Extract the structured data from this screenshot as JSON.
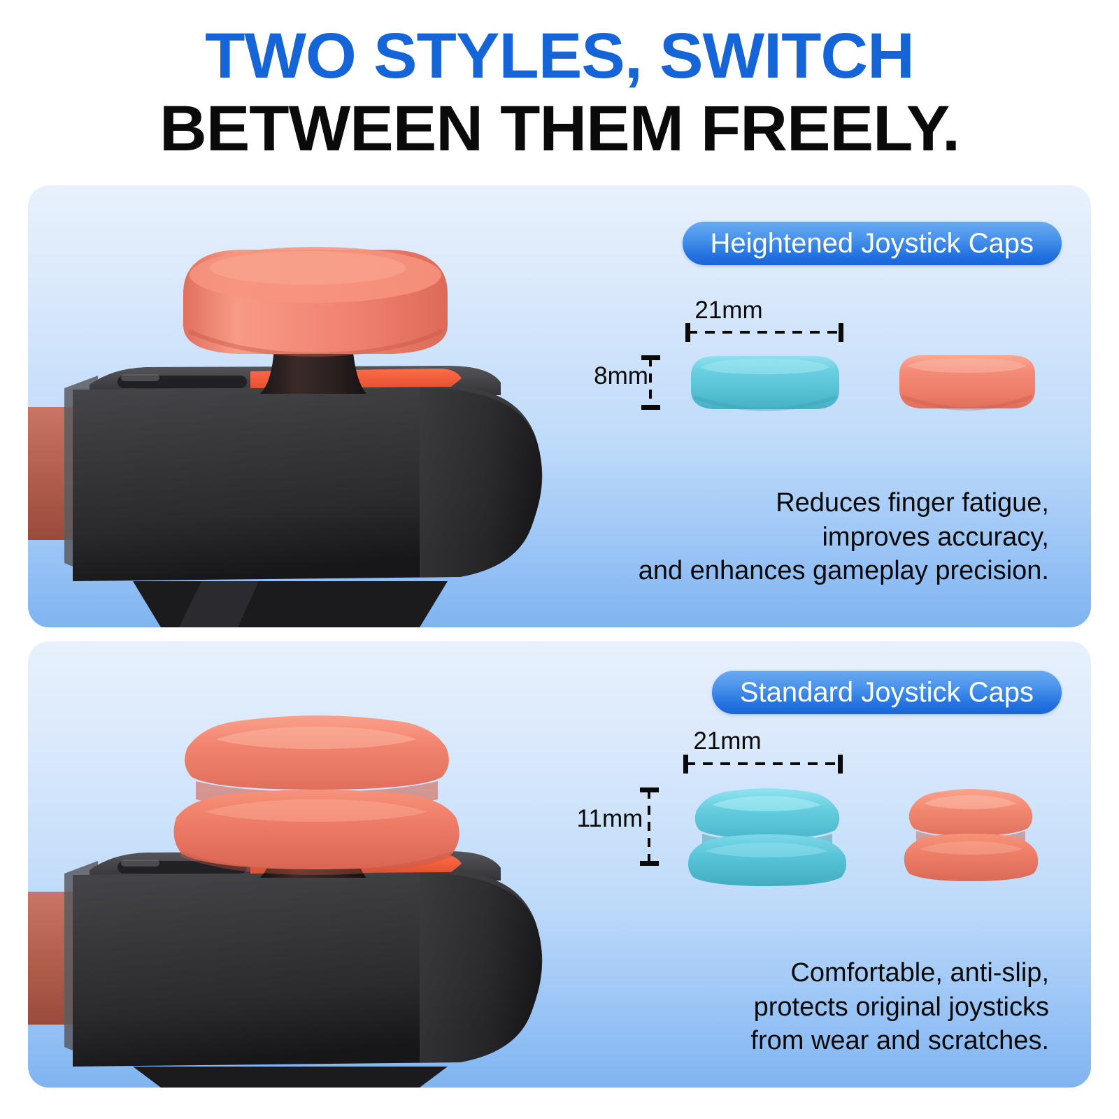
{
  "headline": {
    "line1": "TWO STYLES, SWITCH",
    "line2": "BETWEEN THEM FREELY.",
    "line1_color": "#1565D8",
    "line2_color": "#0A0A0A"
  },
  "panels": [
    {
      "id": "heightened",
      "badge_label": "Heightened Joystick Caps",
      "badge_color": "#2272E0",
      "width_label": "21mm",
      "height_label": "8mm",
      "description": "Reduces finger fatigue,\nimproves accuracy,\nand enhances gameplay precision.",
      "cap_colors": {
        "cyan": "#5BC8DC",
        "coral": "#F08070"
      },
      "cap_style": "low-profile-disc"
    },
    {
      "id": "standard",
      "badge_label": "Standard Joystick Caps",
      "badge_color": "#2272E0",
      "width_label": "21mm",
      "height_label": "11mm",
      "description": "Comfortable, anti-slip,\nprotects original joysticks\nfrom wear and scratches.",
      "cap_colors": {
        "cyan": "#5BC8DC",
        "coral": "#F08070"
      },
      "cap_style": "double-lobe-grip"
    }
  ],
  "product": {
    "body_color": "#2E2E30",
    "accent_strip_color": "#F05A3C",
    "side_rail_color": "#B5614F",
    "stick_cap_color": "#F08070",
    "panel_bg_top": "#E8F1FD",
    "panel_bg_bottom": "#7FB4F0"
  }
}
